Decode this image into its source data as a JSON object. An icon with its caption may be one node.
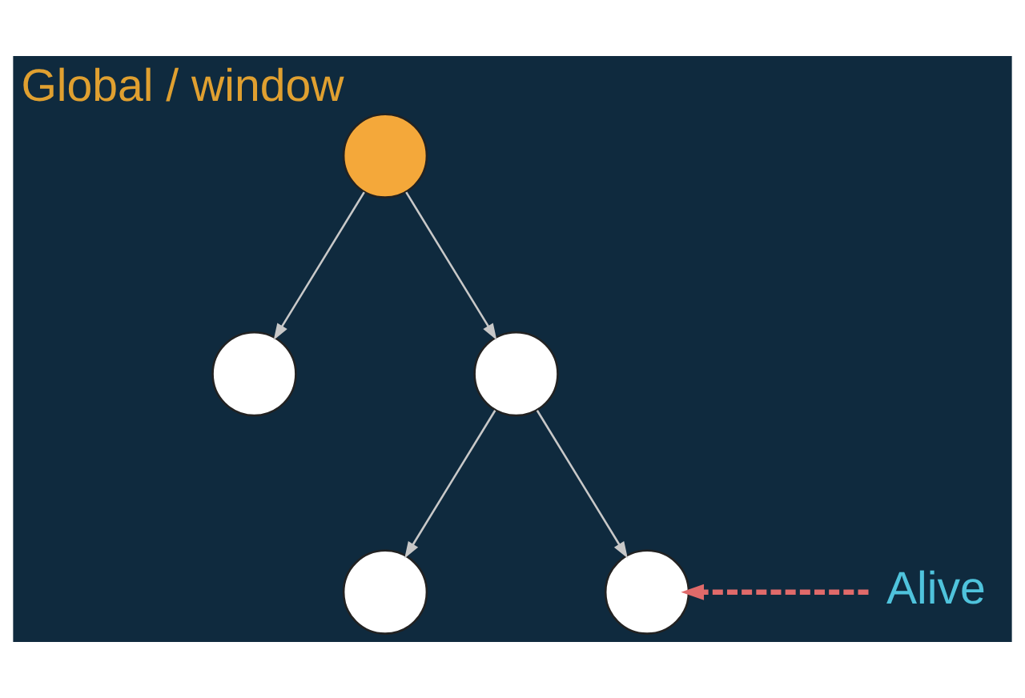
{
  "diagram": {
    "nodes": [
      {
        "text": [],
        "shape": "circle",
        "beside": [
          "Global / window"
        ]
      },
      {
        "text": [],
        "shape": "circle"
      },
      {
        "text": [],
        "shape": "circle"
      },
      {
        "text": [
          "Alive"
        ]
      },
      {
        "text": [],
        "shape": "circle"
      },
      {
        "text": [],
        "shape": "circle"
      }
    ],
    "edges": [
      {
        "from": 0,
        "to": 1,
        "arrow": "to"
      },
      {
        "from": 0,
        "to": 2,
        "arrow": "to"
      },
      {
        "from": 2,
        "to": 4,
        "arrow": "to"
      },
      {
        "from": 2,
        "to": 5,
        "arrow": "to"
      },
      {
        "from": 3,
        "to": 5,
        "arrow": "to",
        "style": "dashed",
        "color": "#e06a6a"
      }
    ]
  }
}
